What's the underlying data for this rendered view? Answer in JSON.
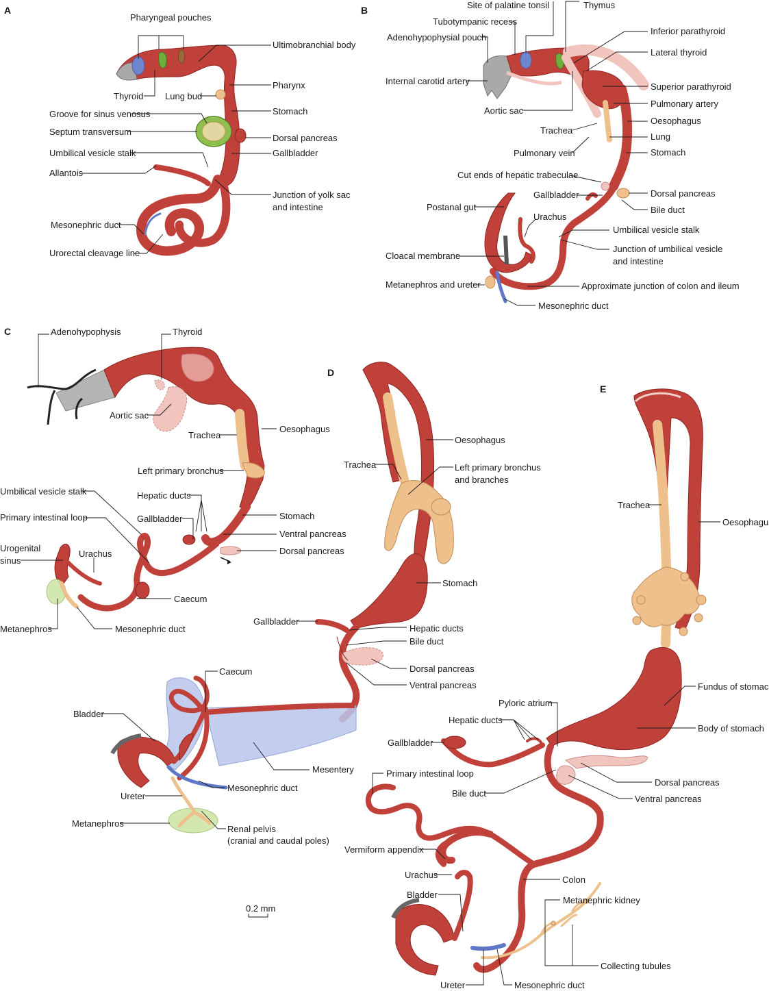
{
  "figure": {
    "scale_bar_label": "0.2 mm",
    "panels": {
      "A": {
        "letter": "A",
        "labels": {
          "pharyngeal_pouches": "Pharyngeal pouches",
          "ultimobranchial_body": "Ultimobranchial body",
          "thyroid": "Thyroid",
          "lung_bud": "Lung bud",
          "pharynx": "Pharynx",
          "groove_sinus": "Groove for sinus venosus",
          "stomach": "Stomach",
          "septum": "Septum transversum",
          "dorsal_pancreas": "Dorsal pancreas",
          "gallbladder": "Gallbladder",
          "umbilical_stalk": "Umbilical vesicle stalk",
          "allantois": "Allantois",
          "junction_1": "Junction of yolk sac",
          "junction_2": "and intestine",
          "mesonephric_duct": "Mesonephric duct",
          "urorectal": "Urorectal cleavage line"
        }
      },
      "B": {
        "letter": "B",
        "labels": {
          "palatine": "Site of palatine tonsil",
          "thymus": "Thymus",
          "tubotympanic": "Tubotympanic recess",
          "inferior_parathyroid": "Inferior parathyroid",
          "adenohypophysial": "Adenohypophysial pouch",
          "lateral_thyroid": "Lateral thyroid",
          "internal_carotid": "Internal carotid artery",
          "superior_parathyroid": "Superior parathyroid",
          "aortic_sac": "Aortic sac",
          "pulmonary_artery": "Pulmonary artery",
          "oesophagus": "Oesophagus",
          "trachea": "Trachea",
          "lung": "Lung",
          "pulmonary_vein": "Pulmonary vein",
          "stomach": "Stomach",
          "hepatic_trabeculae": "Cut ends of hepatic trabeculae",
          "gallbladder": "Gallbladder",
          "dorsal_pancreas": "Dorsal pancreas",
          "postanal_gut": "Postanal gut",
          "bile_duct": "Bile duct",
          "urachus": "Urachus",
          "umbilical_stalk": "Umbilical vesicle stalk",
          "junction_1": "Junction of umbilical vesicle",
          "junction_2": "and intestine",
          "cloacal_membrane": "Cloacal membrane",
          "metanephros_ureter": "Metanephros and ureter",
          "colon_ileum": "Approximate junction of colon and ileum",
          "mesonephric_duct": "Mesonephric duct"
        }
      },
      "C": {
        "letter": "C",
        "labels": {
          "adenohypophysis": "Adenohypophysis",
          "thyroid": "Thyroid",
          "aortic_sac": "Aortic sac",
          "trachea": "Trachea",
          "oesophagus": "Oesophagus",
          "left_bronchus": "Left primary bronchus",
          "umbilical_stalk": "Umbilical vesicle stalk",
          "hepatic_ducts": "Hepatic ducts",
          "primary_loop": "Primary intestinal loop",
          "gallbladder": "Gallbladder",
          "stomach": "Stomach",
          "ventral_pancreas": "Ventral pancreas",
          "urogenital_1": "Urogenital",
          "urogenital_2": "sinus",
          "urachus": "Urachus",
          "dorsal_pancreas": "Dorsal pancreas",
          "caecum": "Caecum",
          "metanephros": "Metanephros",
          "mesonephric_duct": "Mesonephric duct"
        }
      },
      "C2": {
        "labels": {
          "caecum": "Caecum",
          "bladder": "Bladder",
          "mesentery": "Mesentery",
          "mesonephric_duct": "Mesonephric duct",
          "ureter": "Ureter",
          "metanephros": "Metanephros",
          "renal_1": "Renal pelvis",
          "renal_2": "(cranial and caudal poles)"
        }
      },
      "D": {
        "letter": "D",
        "labels": {
          "oesophagus": "Oesophagus",
          "trachea": "Trachea",
          "left_bronchus_1": "Left primary bronchus",
          "left_bronchus_2": "and branches",
          "stomach": "Stomach",
          "gallbladder": "Gallbladder",
          "hepatic_ducts": "Hepatic ducts",
          "bile_duct": "Bile duct",
          "dorsal_pancreas": "Dorsal pancreas",
          "ventral_pancreas": "Ventral pancreas"
        }
      },
      "E": {
        "letter": "E",
        "labels": {
          "trachea": "Trachea",
          "oesophagus": "Oesophagus",
          "fundus": "Fundus of stomach",
          "pyloric": "Pyloric atrium",
          "hepatic_ducts": "Hepatic ducts",
          "body_stomach": "Body of stomach",
          "gallbladder": "Gallbladder",
          "primary_loop": "Primary intestinal loop",
          "dorsal_pancreas": "Dorsal pancreas",
          "bile_duct": "Bile duct",
          "ventral_pancreas": "Ventral pancreas",
          "appendix": "Vermiform appendix",
          "urachus": "Urachus",
          "colon": "Colon",
          "bladder": "Bladder",
          "metanephric_kidney": "Metanephric kidney",
          "collecting_tubules": "Collecting tubules",
          "ureter": "Ureter",
          "mesonephric_duct": "Mesonephric duct"
        }
      }
    }
  }
}
